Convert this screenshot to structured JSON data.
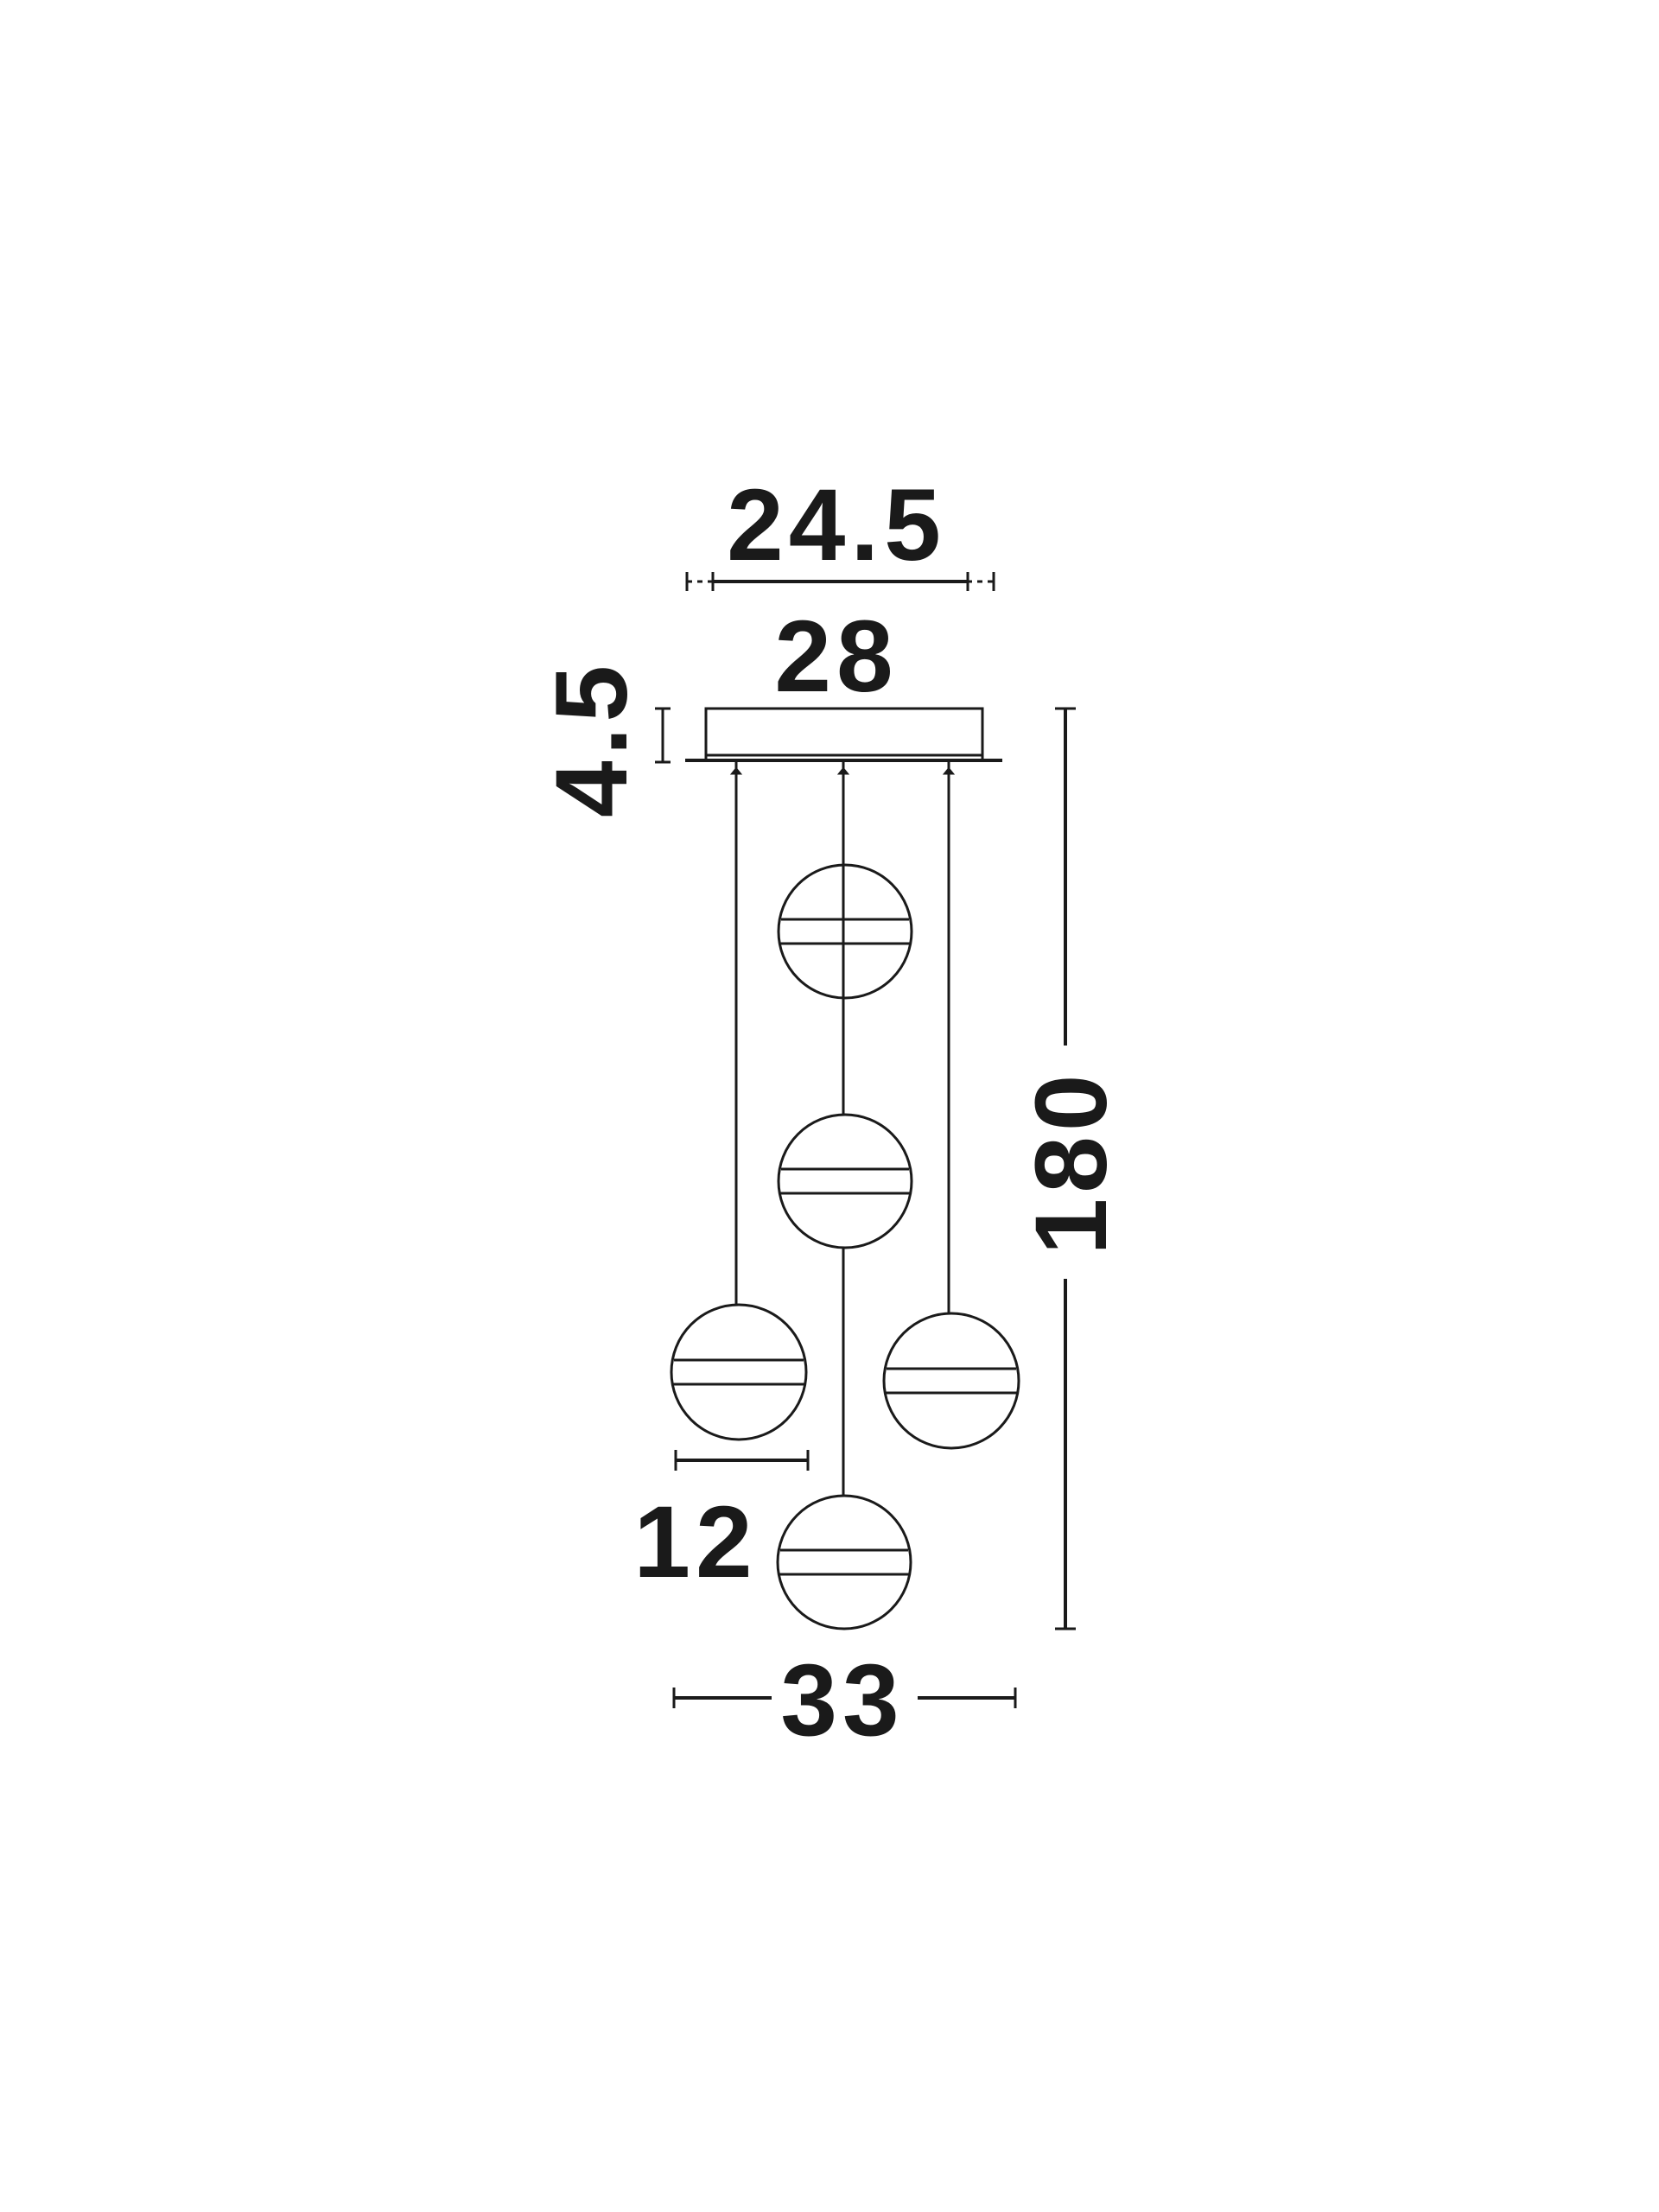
{
  "dimensions": {
    "canopy_inner_width": "24.5",
    "canopy_outer_width": "28",
    "canopy_height": "4.5",
    "total_height": "180",
    "globe_diameter": "12",
    "total_width": "33"
  },
  "colors": {
    "line": "#1a1a1a",
    "background": "#ffffff"
  }
}
